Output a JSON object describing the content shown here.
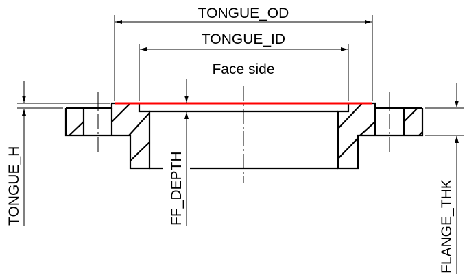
{
  "title": "Face side",
  "dimensions": {
    "tongue_od": "TONGUE_OD",
    "tongue_id": "TONGUE_ID",
    "tongue_h": "TONGUE_H",
    "ff_depth": "FF_DEPTH",
    "flange_thk": "FLANGE_THK"
  },
  "colors": {
    "face_line": "#ff0000",
    "lines": "#000000"
  }
}
